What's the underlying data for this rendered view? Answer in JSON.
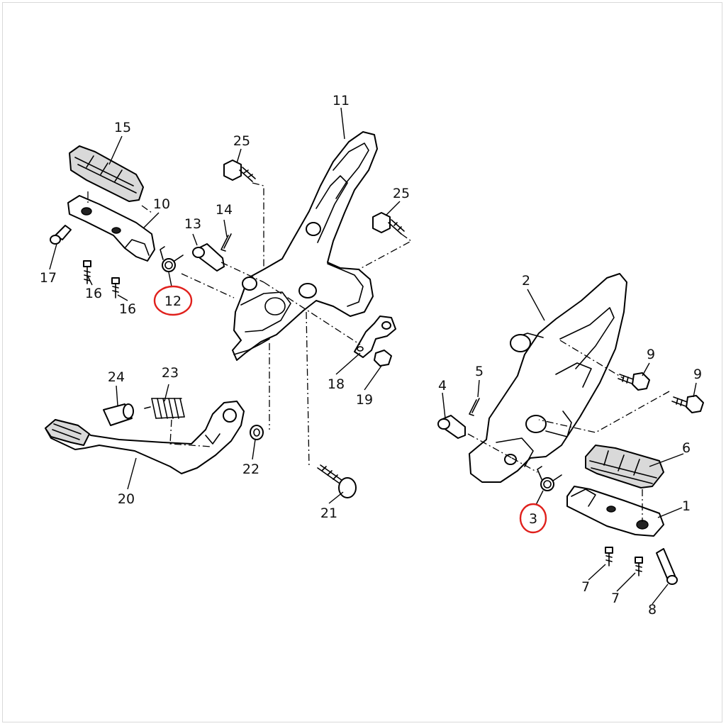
{
  "diagram": {
    "highlight_color": "#e0201c",
    "callouts": [
      {
        "id": "c11",
        "label": "11"
      },
      {
        "id": "c15",
        "label": "15"
      },
      {
        "id": "c25a",
        "label": "25"
      },
      {
        "id": "c25b",
        "label": "25"
      },
      {
        "id": "c10",
        "label": "10"
      },
      {
        "id": "c13",
        "label": "13"
      },
      {
        "id": "c14",
        "label": "14"
      },
      {
        "id": "c17",
        "label": "17"
      },
      {
        "id": "c16a",
        "label": "16"
      },
      {
        "id": "c16b",
        "label": "16"
      },
      {
        "id": "c12",
        "label": "12",
        "highlighted": true
      },
      {
        "id": "c2",
        "label": "2"
      },
      {
        "id": "c9a",
        "label": "9"
      },
      {
        "id": "c9b",
        "label": "9"
      },
      {
        "id": "c18",
        "label": "18"
      },
      {
        "id": "c19",
        "label": "19"
      },
      {
        "id": "c24",
        "label": "24"
      },
      {
        "id": "c23",
        "label": "23"
      },
      {
        "id": "c5",
        "label": "5"
      },
      {
        "id": "c4",
        "label": "4"
      },
      {
        "id": "c6",
        "label": "6"
      },
      {
        "id": "c22",
        "label": "22"
      },
      {
        "id": "c20",
        "label": "20"
      },
      {
        "id": "c21",
        "label": "21"
      },
      {
        "id": "c1",
        "label": "1"
      },
      {
        "id": "c3",
        "label": "3",
        "highlighted": true
      },
      {
        "id": "c7a",
        "label": "7"
      },
      {
        "id": "c7b",
        "label": "7"
      },
      {
        "id": "c8",
        "label": "8"
      }
    ]
  }
}
